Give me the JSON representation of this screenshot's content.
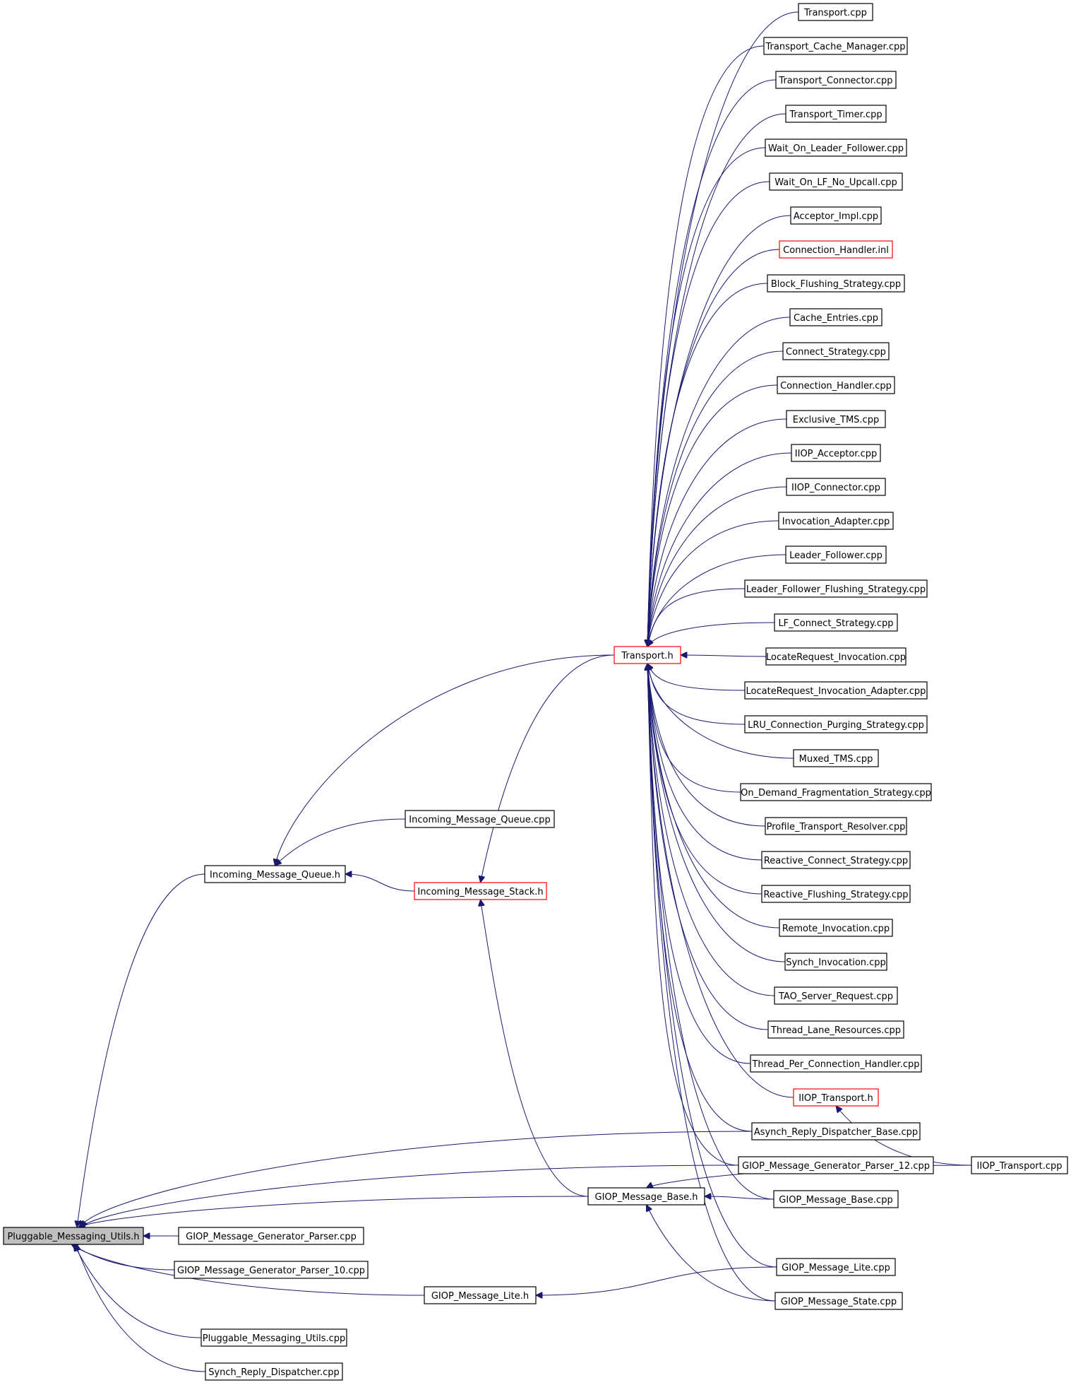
{
  "diagram": {
    "edge_color": "#191970",
    "nodes": [
      {
        "id": "pmu_h",
        "label": "Pluggable_Messaging_Utils.h",
        "style": "root"
      },
      {
        "id": "gmgp",
        "label": "GIOP_Message_Generator_Parser.cpp",
        "style": "normal"
      },
      {
        "id": "gmgp10",
        "label": "GIOP_Message_Generator_Parser_10.cpp",
        "style": "normal"
      },
      {
        "id": "gml_h",
        "label": "GIOP_Message_Lite.h",
        "style": "normal"
      },
      {
        "id": "pmu_cpp",
        "label": "Pluggable_Messaging_Utils.cpp",
        "style": "normal"
      },
      {
        "id": "srd",
        "label": "Synch_Reply_Dispatcher.cpp",
        "style": "normal"
      },
      {
        "id": "imq_h",
        "label": "Incoming_Message_Queue.h",
        "style": "normal"
      },
      {
        "id": "imq_cpp",
        "label": "Incoming_Message_Queue.cpp",
        "style": "normal"
      },
      {
        "id": "ims_h",
        "label": "Incoming_Message_Stack.h",
        "style": "red"
      },
      {
        "id": "gmb_h",
        "label": "GIOP_Message_Base.h",
        "style": "normal"
      },
      {
        "id": "transport_h",
        "label": "Transport.h",
        "style": "red"
      },
      {
        "id": "t01",
        "label": "Transport.cpp",
        "style": "normal"
      },
      {
        "id": "t02",
        "label": "Transport_Cache_Manager.cpp",
        "style": "normal"
      },
      {
        "id": "t03",
        "label": "Transport_Connector.cpp",
        "style": "normal"
      },
      {
        "id": "t04",
        "label": "Transport_Timer.cpp",
        "style": "normal"
      },
      {
        "id": "t05",
        "label": "Wait_On_Leader_Follower.cpp",
        "style": "normal"
      },
      {
        "id": "t06",
        "label": "Wait_On_LF_No_Upcall.cpp",
        "style": "normal"
      },
      {
        "id": "t07",
        "label": "Acceptor_Impl.cpp",
        "style": "normal"
      },
      {
        "id": "t08",
        "label": "Connection_Handler.inl",
        "style": "red"
      },
      {
        "id": "t09",
        "label": "Block_Flushing_Strategy.cpp",
        "style": "normal"
      },
      {
        "id": "t10",
        "label": "Cache_Entries.cpp",
        "style": "normal"
      },
      {
        "id": "t11",
        "label": "Connect_Strategy.cpp",
        "style": "normal"
      },
      {
        "id": "t12",
        "label": "Connection_Handler.cpp",
        "style": "normal"
      },
      {
        "id": "t13",
        "label": "Exclusive_TMS.cpp",
        "style": "normal"
      },
      {
        "id": "t14",
        "label": "IIOP_Acceptor.cpp",
        "style": "normal"
      },
      {
        "id": "t15",
        "label": "IIOP_Connector.cpp",
        "style": "normal"
      },
      {
        "id": "t16",
        "label": "Invocation_Adapter.cpp",
        "style": "normal"
      },
      {
        "id": "t17",
        "label": "Leader_Follower.cpp",
        "style": "normal"
      },
      {
        "id": "t18",
        "label": "Leader_Follower_Flushing_Strategy.cpp",
        "style": "normal"
      },
      {
        "id": "t19",
        "label": "LF_Connect_Strategy.cpp",
        "style": "normal"
      },
      {
        "id": "t20",
        "label": "LocateRequest_Invocation.cpp",
        "style": "normal"
      },
      {
        "id": "t21",
        "label": "LocateRequest_Invocation_Adapter.cpp",
        "style": "normal"
      },
      {
        "id": "t22",
        "label": "LRU_Connection_Purging_Strategy.cpp",
        "style": "normal"
      },
      {
        "id": "t23",
        "label": "Muxed_TMS.cpp",
        "style": "normal"
      },
      {
        "id": "t24",
        "label": "On_Demand_Fragmentation_Strategy.cpp",
        "style": "normal"
      },
      {
        "id": "t25",
        "label": "Profile_Transport_Resolver.cpp",
        "style": "normal"
      },
      {
        "id": "t26",
        "label": "Reactive_Connect_Strategy.cpp",
        "style": "normal"
      },
      {
        "id": "t27",
        "label": "Reactive_Flushing_Strategy.cpp",
        "style": "normal"
      },
      {
        "id": "t28",
        "label": "Remote_Invocation.cpp",
        "style": "normal"
      },
      {
        "id": "t29",
        "label": "Synch_Invocation.cpp",
        "style": "normal"
      },
      {
        "id": "t30",
        "label": "TAO_Server_Request.cpp",
        "style": "normal"
      },
      {
        "id": "t31",
        "label": "Thread_Lane_Resources.cpp",
        "style": "normal"
      },
      {
        "id": "t32",
        "label": "Thread_Per_Connection_Handler.cpp",
        "style": "normal"
      },
      {
        "id": "iiop_h",
        "label": "IIOP_Transport.h",
        "style": "red"
      },
      {
        "id": "ard",
        "label": "Asynch_Reply_Dispatcher_Base.cpp",
        "style": "normal"
      },
      {
        "id": "gmgp12",
        "label": "GIOP_Message_Generator_Parser_12.cpp",
        "style": "normal"
      },
      {
        "id": "gmb_cpp",
        "label": "GIOP_Message_Base.cpp",
        "style": "normal"
      },
      {
        "id": "gml_cpp",
        "label": "GIOP_Message_Lite.cpp",
        "style": "normal"
      },
      {
        "id": "gms_cpp",
        "label": "GIOP_Message_State.cpp",
        "style": "normal"
      },
      {
        "id": "iiop_cpp",
        "label": "IIOP_Transport.cpp",
        "style": "normal"
      }
    ],
    "edges": [
      {
        "from": "gmgp",
        "to": "pmu_h"
      },
      {
        "from": "gmgp10",
        "to": "pmu_h"
      },
      {
        "from": "gml_h",
        "to": "pmu_h"
      },
      {
        "from": "pmu_cpp",
        "to": "pmu_h"
      },
      {
        "from": "srd",
        "to": "pmu_h"
      },
      {
        "from": "imq_h",
        "to": "pmu_h"
      },
      {
        "from": "gmb_h",
        "to": "pmu_h"
      },
      {
        "from": "ard",
        "to": "pmu_h"
      },
      {
        "from": "gmgp12",
        "to": "pmu_h"
      },
      {
        "from": "imq_cpp",
        "to": "imq_h"
      },
      {
        "from": "ims_h",
        "to": "imq_h"
      },
      {
        "from": "transport_h",
        "to": "imq_h"
      },
      {
        "from": "transport_h",
        "to": "ims_h"
      },
      {
        "from": "gmb_h",
        "to": "ims_h"
      },
      {
        "from": "t01",
        "to": "transport_h"
      },
      {
        "from": "t02",
        "to": "transport_h"
      },
      {
        "from": "t03",
        "to": "transport_h"
      },
      {
        "from": "t04",
        "to": "transport_h"
      },
      {
        "from": "t05",
        "to": "transport_h"
      },
      {
        "from": "t06",
        "to": "transport_h"
      },
      {
        "from": "t07",
        "to": "transport_h"
      },
      {
        "from": "t08",
        "to": "transport_h"
      },
      {
        "from": "t09",
        "to": "transport_h"
      },
      {
        "from": "t10",
        "to": "transport_h"
      },
      {
        "from": "t11",
        "to": "transport_h"
      },
      {
        "from": "t12",
        "to": "transport_h"
      },
      {
        "from": "t13",
        "to": "transport_h"
      },
      {
        "from": "t14",
        "to": "transport_h"
      },
      {
        "from": "t15",
        "to": "transport_h"
      },
      {
        "from": "t16",
        "to": "transport_h"
      },
      {
        "from": "t17",
        "to": "transport_h"
      },
      {
        "from": "t18",
        "to": "transport_h"
      },
      {
        "from": "t19",
        "to": "transport_h"
      },
      {
        "from": "t20",
        "to": "transport_h"
      },
      {
        "from": "t21",
        "to": "transport_h"
      },
      {
        "from": "t22",
        "to": "transport_h"
      },
      {
        "from": "t23",
        "to": "transport_h"
      },
      {
        "from": "t24",
        "to": "transport_h"
      },
      {
        "from": "t25",
        "to": "transport_h"
      },
      {
        "from": "t26",
        "to": "transport_h"
      },
      {
        "from": "t27",
        "to": "transport_h"
      },
      {
        "from": "t28",
        "to": "transport_h"
      },
      {
        "from": "t29",
        "to": "transport_h"
      },
      {
        "from": "t30",
        "to": "transport_h"
      },
      {
        "from": "t31",
        "to": "transport_h"
      },
      {
        "from": "t32",
        "to": "transport_h"
      },
      {
        "from": "iiop_h",
        "to": "transport_h"
      },
      {
        "from": "ard",
        "to": "transport_h"
      },
      {
        "from": "gmgp12",
        "to": "transport_h"
      },
      {
        "from": "gmb_cpp",
        "to": "transport_h"
      },
      {
        "from": "gml_cpp",
        "to": "transport_h"
      },
      {
        "from": "gms_cpp",
        "to": "transport_h"
      },
      {
        "from": "iiop_cpp",
        "to": "iiop_h"
      },
      {
        "from": "gmb_cpp",
        "to": "gmb_h"
      },
      {
        "from": "iiop_cpp",
        "to": "gmb_h"
      },
      {
        "from": "gms_cpp",
        "to": "gmb_h"
      },
      {
        "from": "gml_cpp",
        "to": "gml_h"
      }
    ]
  }
}
